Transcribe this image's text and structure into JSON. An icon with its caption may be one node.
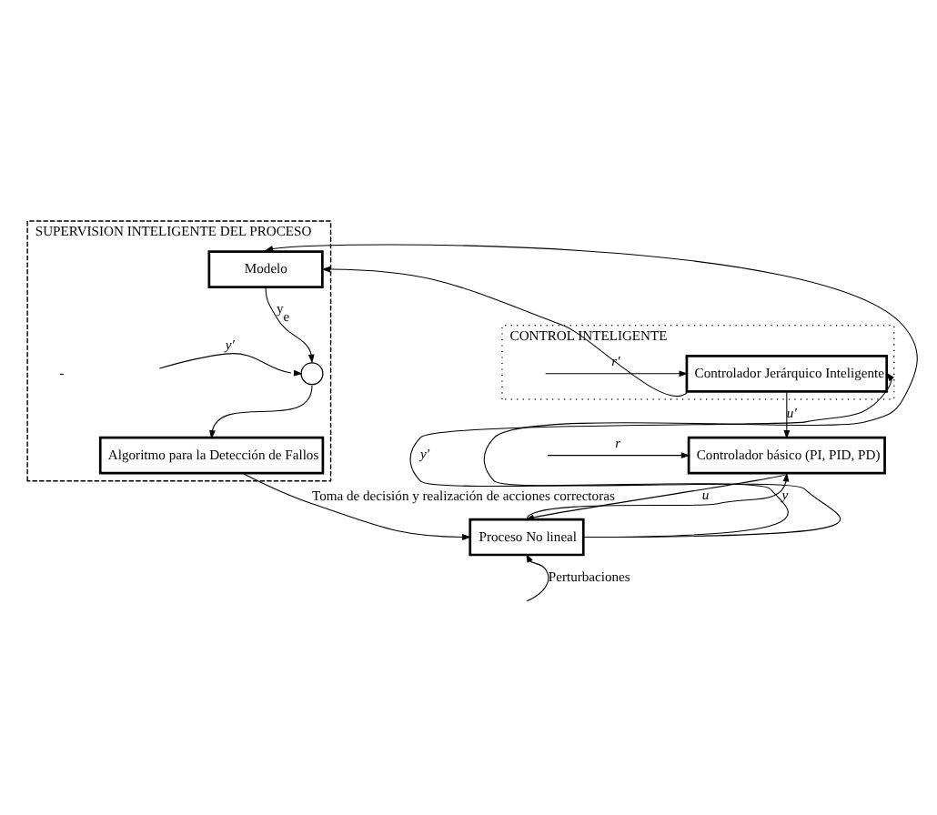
{
  "diagram": {
    "nodes": [
      {
        "text": [
          "SUPERVISION INTELIGENTE DEL PROCESO"
        ]
      },
      {
        "text": [
          "Modelo"
        ],
        "in": 0
      },
      {
        "text": [],
        "shape": "circle",
        "in": 0
      },
      {
        "text": [
          "Algoritmo para la Detección de Fallos"
        ],
        "in": 0
      },
      {
        "text": [
          "CONTROL INTELIGENTE"
        ]
      },
      {
        "text": [
          "Controlador Jerárquico Inteligente"
        ],
        "in": 4
      },
      {
        "text": [
          "Controlador básico (PI, PID, PD)"
        ]
      },
      {
        "text": [
          "Proceso No lineal"
        ]
      }
    ],
    "edges": [
      {
        "from": 7,
        "to": 5,
        "arrow": "to",
        "label": "y′"
      },
      {
        "from": 7,
        "to": 1,
        "arrow": "to"
      },
      {
        "from": null,
        "to": 5,
        "arrow": "to",
        "label": "r′"
      },
      {
        "from": 5,
        "to": 6,
        "arrow": "to",
        "label": "u′"
      },
      {
        "from": 5,
        "to": 1,
        "arrow": "to"
      },
      {
        "from": 1,
        "to": 2,
        "arrow": "to",
        "label": "y$_{e}$"
      },
      {
        "from": null,
        "to": 2,
        "arrow": "to",
        "label": "y′"
      },
      {
        "from": 2,
        "to": 3,
        "arrow": "to"
      },
      {
        "from": 3,
        "to": 7,
        "arrow": "to",
        "label": "Toma de decisión y realización de acciones correctoras"
      },
      {
        "from": null,
        "to": 6,
        "arrow": "to",
        "label": "r"
      },
      {
        "from": 6,
        "to": 7,
        "arrow": "to",
        "label": "u"
      },
      {
        "from": 7,
        "to": 6,
        "arrow": "to",
        "label": "y"
      },
      {
        "from": null,
        "to": 7,
        "arrow": "to",
        "label": "Perturbaciones"
      }
    ],
    "labels": [
      "-"
    ]
  }
}
